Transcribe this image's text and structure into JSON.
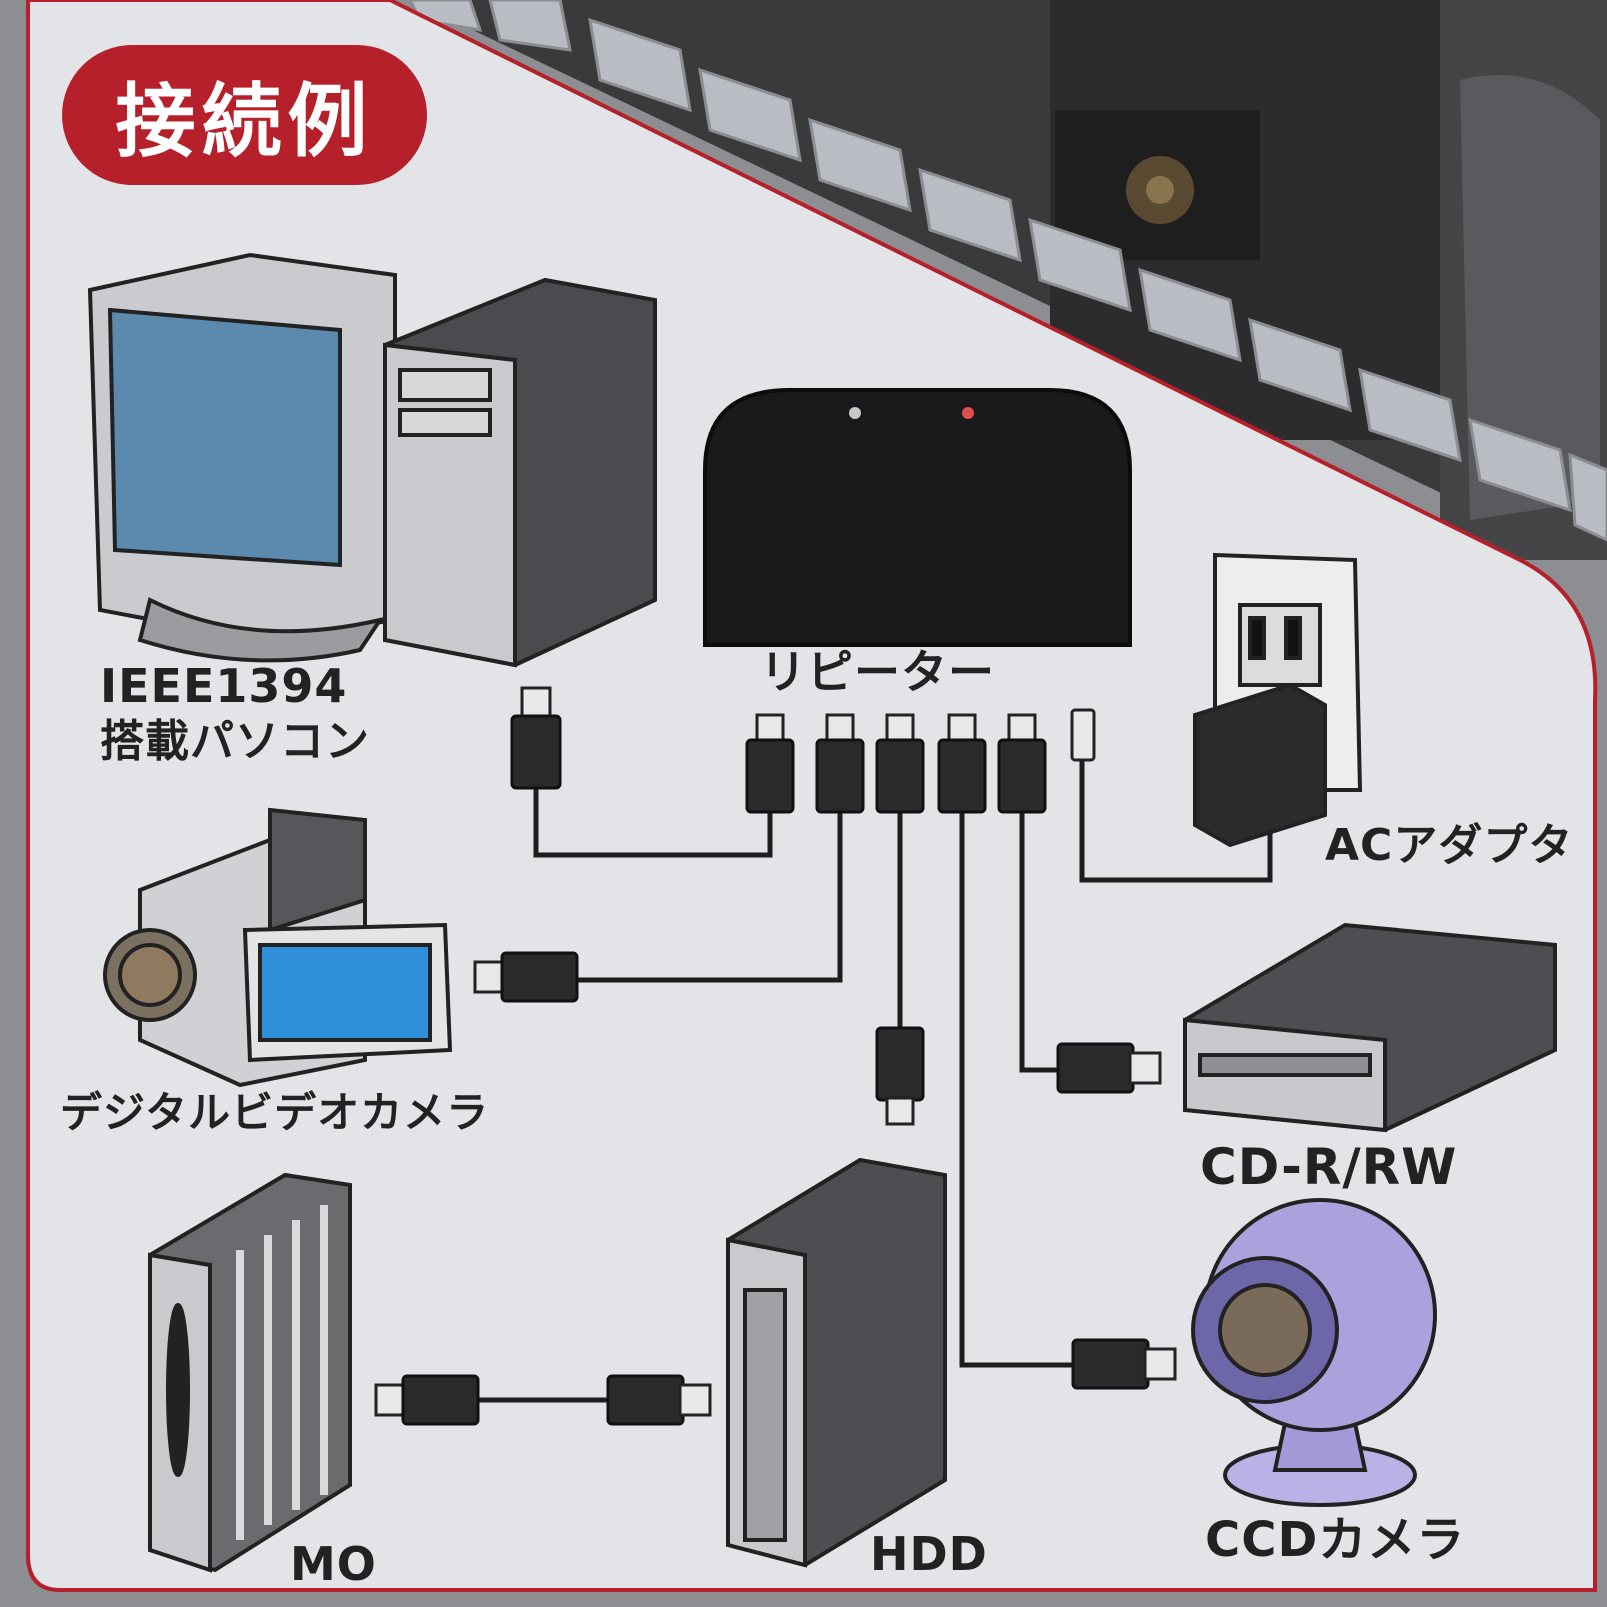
{
  "title": "接続例",
  "hub": {
    "label": "リピーター"
  },
  "devices": {
    "pc": {
      "label_line1": "IEEE1394",
      "label_line2": "搭載パソコン"
    },
    "camcorder": {
      "label": "デジタルビデオカメラ"
    },
    "ac_adapter": {
      "label": "ACアダプタ"
    },
    "cdrw": {
      "label": "CD-R/RW"
    },
    "mo": {
      "label": "MO"
    },
    "hdd": {
      "label": "HDD"
    },
    "ccd": {
      "label": "CCDカメラ"
    }
  },
  "colors": {
    "accent_red": "#b5202a",
    "panel": "#e2e4e7",
    "cable": "#1e1e1e",
    "hub_body": "#1a1a1c",
    "screen_blue": "#2f8fd8",
    "webcam_lilac": "#a9a2dc"
  }
}
